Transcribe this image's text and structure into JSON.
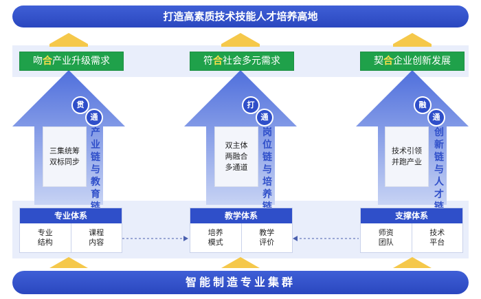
{
  "top_banner": "打造高素质技术技能人才培养高地",
  "bottom_banner": "智能制造专业集群",
  "columns": [
    {
      "goal_pre": "吻",
      "goal_hl": "合",
      "goal_post": "产业升级需求",
      "circle1": "贯",
      "circle2": "通",
      "side_text": [
        "产",
        "业",
        "链",
        "与",
        "教",
        "育",
        "链"
      ],
      "inner": "三集统筹\n双标同步",
      "system_title": "专业体系",
      "cells": [
        "专业\n结构",
        "课程\n内容"
      ]
    },
    {
      "goal_pre": "符",
      "goal_hl": "合",
      "goal_post": "社会多元需求",
      "circle1": "打",
      "circle2": "通",
      "side_text": [
        "岗",
        "位",
        "链",
        "与",
        "培",
        "养",
        "链"
      ],
      "inner": "双主体\n两融合\n多通道",
      "system_title": "教学体系",
      "cells": [
        "培养\n模式",
        "教学\n评价"
      ]
    },
    {
      "goal_pre": "契",
      "goal_hl": "合",
      "goal_post": "企业创新发展",
      "circle1": "融",
      "circle2": "通",
      "side_text": [
        "创",
        "新",
        "链",
        "与",
        "人",
        "才",
        "链"
      ],
      "inner": "技术引领\n并跑产业",
      "system_title": "支撑体系",
      "cells": [
        "师资\n团队",
        "技术\n平台"
      ]
    }
  ],
  "colors": {
    "banner": "#2f4fc9",
    "goal_green": "#1fa14a",
    "arrow_blue": "#5a78e0",
    "highlight": "#ffe04a",
    "yellow_arrow": "#f5c84a"
  }
}
